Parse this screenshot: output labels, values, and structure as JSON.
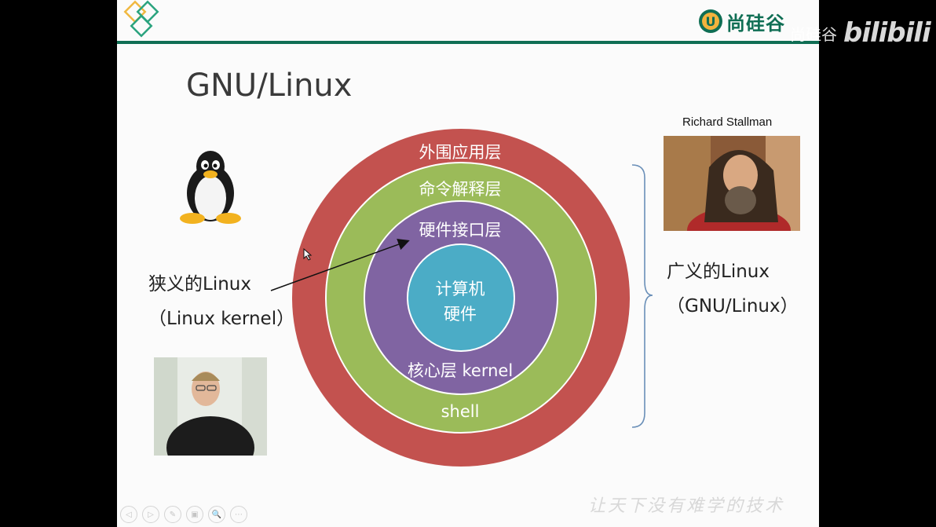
{
  "slide": {
    "title": "GNU/Linux",
    "logo_text": "尚硅谷",
    "logo_glyph": "U",
    "slogan": "让天下没有难学的技术"
  },
  "rings": {
    "outer": "外围应用层",
    "command": "命令解释层",
    "hardware_interface": "硬件接口层",
    "core_line1": "计算机",
    "core_line2": "硬件",
    "kernel": "核心层 kernel",
    "shell": "shell",
    "colors": {
      "outer": "#c3524f",
      "command": "#9bbb59",
      "purple": "#8064a2",
      "core": "#4bacc6"
    }
  },
  "narrow": {
    "line1": "狭义的Linux",
    "line2": "（Linux kernel）"
  },
  "broad": {
    "line1": "广义的Linux",
    "line2": "（GNU/Linux）"
  },
  "stallman": {
    "caption": "Richard Stallman"
  },
  "controls": [
    "◁",
    "▷",
    "✎",
    "▣",
    "🔍",
    "⋯"
  ],
  "watermark": {
    "text": "尚硅谷",
    "brand": "bilibili"
  }
}
